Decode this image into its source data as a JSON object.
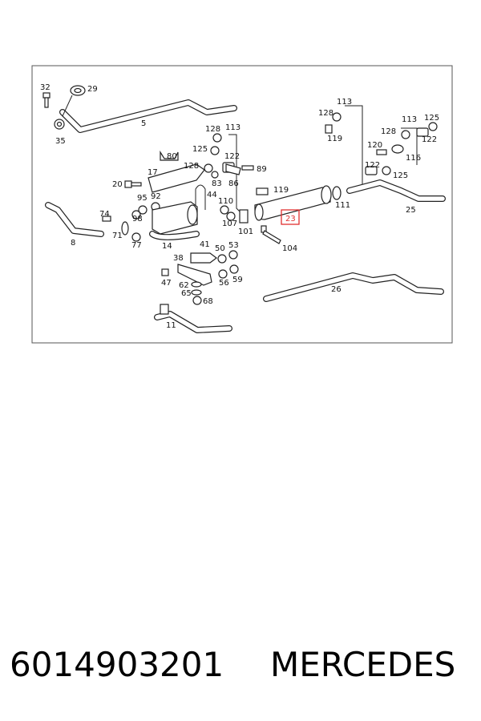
{
  "diagram": {
    "labels": {
      "l32": "32",
      "l29": "29",
      "l5": "5",
      "l35": "35",
      "l128a": "128",
      "l113a": "113",
      "l125a": "125",
      "l122a": "122",
      "l80": "80",
      "l17": "17",
      "l128b": "128",
      "l89": "89",
      "l83": "83",
      "l86": "86",
      "l20": "20",
      "l95": "95",
      "l92": "92",
      "l44": "44",
      "l110": "110",
      "l107": "107",
      "l119a": "119",
      "l101": "101",
      "l23": "23",
      "l104": "104",
      "l111": "111",
      "l74": "74",
      "l8": "8",
      "l71": "71",
      "l98": "98",
      "l77": "77",
      "l14": "14",
      "l41": "41",
      "l50": "50",
      "l53": "53",
      "l38": "38",
      "l47": "47",
      "l62": "62",
      "l65": "65",
      "l68": "68",
      "l56": "56",
      "l59": "59",
      "l11": "11",
      "l26": "26",
      "l113b": "113",
      "l128c": "128",
      "l119b": "119",
      "l120": "120",
      "l122b": "122",
      "l113c": "113",
      "l125b": "125",
      "l128d": "128",
      "l122c": "122",
      "l116": "116",
      "l125c": "125",
      "l25": "25"
    }
  },
  "caption": {
    "part_number": "6014903201",
    "brand": "MERCEDES"
  },
  "colors": {
    "highlight": "#e03030",
    "line": "#222222",
    "frame": "#555555"
  }
}
